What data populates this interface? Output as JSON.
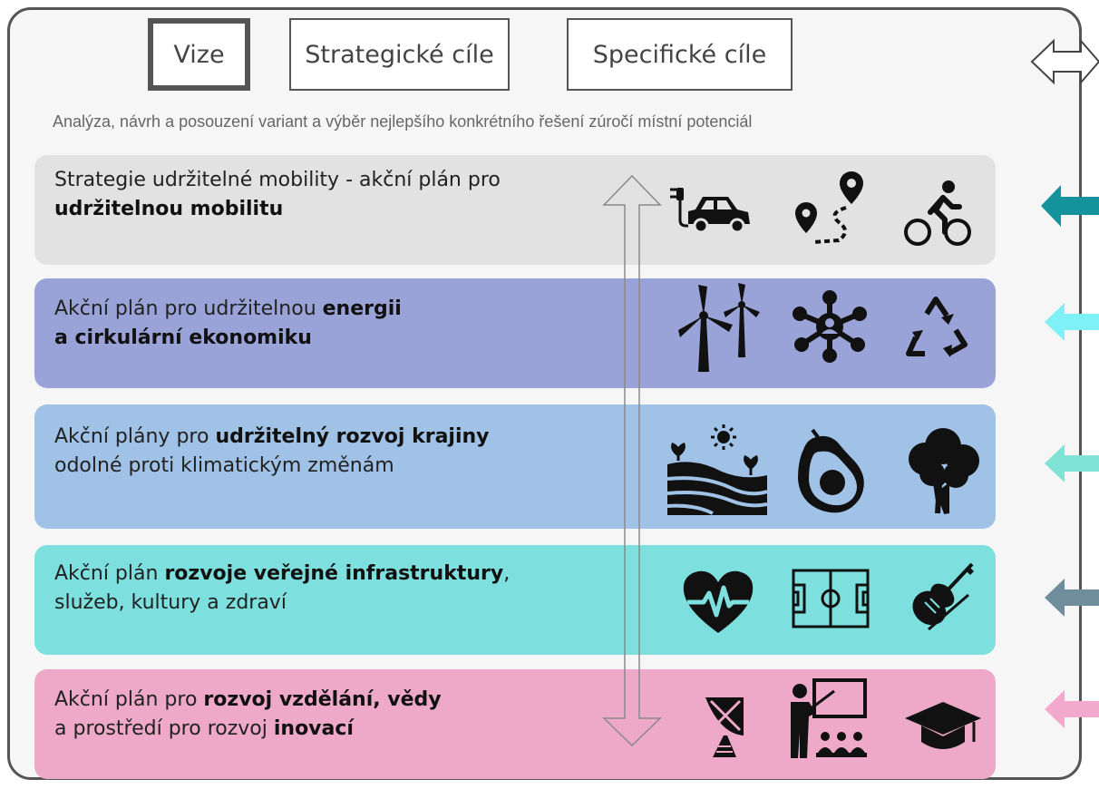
{
  "tabs": [
    {
      "label": "Vize",
      "active": true
    },
    {
      "label": "Strategické cíle",
      "active": false
    },
    {
      "label": "Specifické cíle",
      "active": false
    }
  ],
  "subtitle": "Analýza, návrh a posouzení variant a výběr nejlepšího konkrétního řešení zúročí místní potenciál",
  "rows": [
    {
      "line1_normal": "Strategie udržitelné mobility - akční plán pro ",
      "line2_bold": "udržitelnou mobilitu",
      "color": "#e2e2e2",
      "icons": [
        "electric-car-icon",
        "route-pin-icon",
        "cyclist-icon"
      ],
      "arrow_color": "#15939c"
    },
    {
      "line1_normal": "Akční plán pro udržitelnou ",
      "line1_bold": "energii",
      "line2_bold": "a cirkulární ekonomiku",
      "color": "#9aa3d8",
      "icons": [
        "wind-turbines-icon",
        "network-hub-icon",
        "recycle-icon"
      ],
      "arrow_color": "#7ff1f6"
    },
    {
      "line1_normal": "Akční plány pro ",
      "line1_bold": "udržitelný rozvoj krajiny",
      "line2_normal": "odolné proti klimatickým změnám",
      "color": "#9fc2e6",
      "icons": [
        "landscape-sun-icon",
        "avocado-icon",
        "tree-icon"
      ],
      "arrow_color": "#7fe3d6"
    },
    {
      "line1_normal": "Akční plán ",
      "line1_bold": "rozvoje veřejné infrastruktury",
      "line1_tail": ",",
      "line2_normal": "služeb, kultury a zdraví",
      "color": "#7ddfde",
      "icons": [
        "heart-pulse-icon",
        "football-field-icon",
        "violin-icon"
      ],
      "arrow_color": "#6f8d9c"
    },
    {
      "line1_normal": "Akční plán pro ",
      "line1_bold": "rozvoj vzdělání, vědy",
      "line2_normal": "a prostředí pro rozvoj ",
      "line2_bold": "inovací",
      "color": "#eea8c8",
      "icons": [
        "satellite-dish-icon",
        "teacher-icon",
        "graduation-cap-icon"
      ],
      "arrow_color": "#f3a9cd"
    }
  ]
}
